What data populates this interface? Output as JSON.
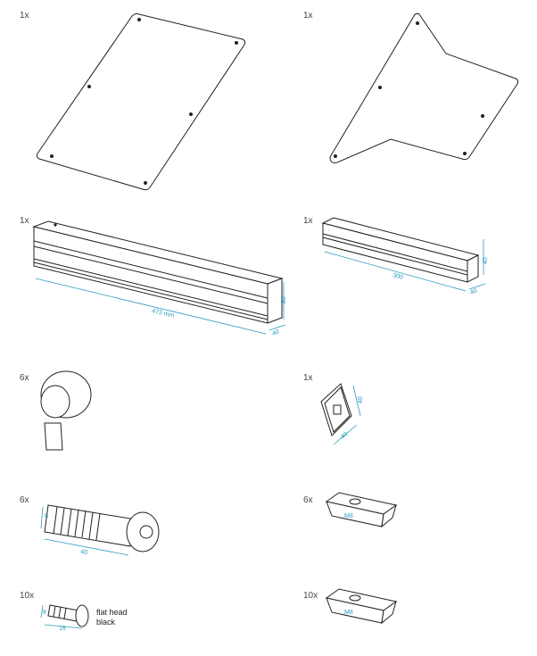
{
  "parts": [
    {
      "id": "base-plate",
      "qty": "1x"
    },
    {
      "id": "star-plate",
      "qty": "1x"
    },
    {
      "id": "profile-long",
      "qty": "1x",
      "dims": {
        "length": "473 mm",
        "height": "80",
        "width": "40"
      }
    },
    {
      "id": "profile-short",
      "qty": "1x",
      "dims": {
        "length": "300",
        "height": "40",
        "width": "40"
      }
    },
    {
      "id": "ball-knob",
      "qty": "6x"
    },
    {
      "id": "end-cap",
      "qty": "1x",
      "dims": {
        "height": "40",
        "width": "40"
      }
    },
    {
      "id": "socket-screw",
      "qty": "6x",
      "dims": {
        "diameter": "8",
        "length": "40"
      }
    },
    {
      "id": "slot-nut-a",
      "qty": "6x",
      "label": "M8"
    },
    {
      "id": "flat-head-screw",
      "qty": "10x",
      "dims": {
        "diameter": "8",
        "length": "16"
      },
      "note_line1": "flat head",
      "note_line2": "black"
    },
    {
      "id": "slot-nut-b",
      "qty": "10x",
      "label": "M8"
    }
  ]
}
